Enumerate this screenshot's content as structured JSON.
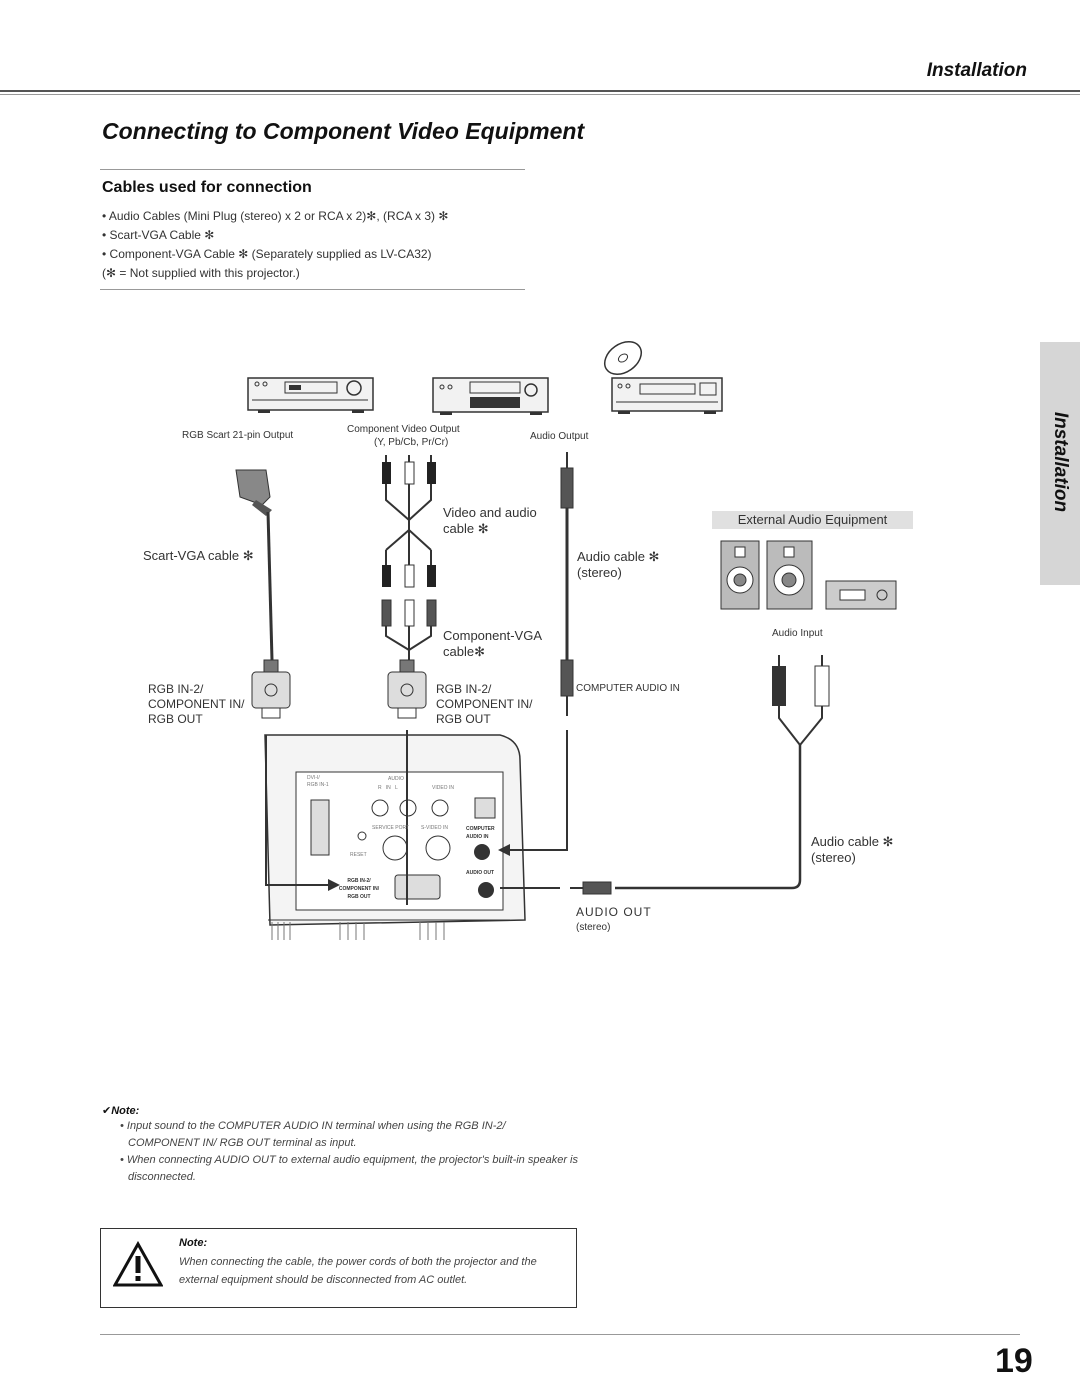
{
  "header": {
    "section": "Installation"
  },
  "title": "Connecting to Component Video Equipment",
  "cables": {
    "heading": "Cables used for connection",
    "items": [
      "• Audio Cables (Mini Plug (stereo) x 2 or RCA x 2)✻, (RCA x 3) ✻",
      "• Scart-VGA Cable ✻",
      "• Component-VGA Cable ✻ (Separately supplied as LV-CA32)",
      "(✻ = Not supplied with this projector.)"
    ]
  },
  "side_tab": "Installation",
  "diagram": {
    "rgb_scart_output": "RGB Scart 21-pin Output",
    "component_output_1": "Component Video Output",
    "component_output_2": "(Y, Pb/Cb, Pr/Cr)",
    "audio_output": "Audio Output",
    "video_audio_cable_1": "Video and audio",
    "video_audio_cable_2": "cable ✻",
    "external_audio": "External Audio Equipment",
    "scart_vga_cable": "Scart-VGA cable ✻",
    "audio_cable_1": "Audio cable ✻",
    "audio_cable_2": "(stereo)",
    "component_vga_1": "Component-VGA",
    "component_vga_2": "cable✻",
    "audio_input": "Audio Input",
    "rgb_in_left": [
      "RGB IN-2/",
      "COMPONENT IN/",
      "RGB OUT"
    ],
    "rgb_in_mid": [
      "RGB IN-2/",
      "COMPONENT IN/",
      "RGB OUT"
    ],
    "computer_audio_in": "COMPUTER AUDIO IN",
    "audio_cable_right_1": "Audio cable ✻",
    "audio_cable_right_2": "(stereo)",
    "audio_out": "AUDIO OUT",
    "audio_out_stereo": "(stereo)",
    "panel": {
      "dvi": "DVI-I/",
      "rgb_in_1": "RGB IN-1",
      "audio": "AUDIO",
      "r": "R",
      "in": "IN",
      "l": "L",
      "video_in": "VIDEO IN",
      "service_port": "SERVICE PORT",
      "s_video_in": "S-VIDEO IN",
      "computer": "COMPUTER",
      "audio_in": "AUDIO IN",
      "reset": "RESET",
      "audio_out": "AUDIO OUT",
      "rgb_in_2": "RGB IN-2/",
      "component_in": "COMPONENT IN/",
      "rgb_out": "RGB OUT"
    }
  },
  "note_small": {
    "title": "✔Note:",
    "items": [
      "• Input sound to the COMPUTER AUDIO IN terminal when using the RGB IN-2/ COMPONENT IN/ RGB OUT terminal as input.",
      "• When connecting AUDIO OUT to external audio equipment, the projector's built-in speaker is disconnected."
    ]
  },
  "warning": {
    "title": "Note:",
    "text": "When connecting the cable, the power cords of both the projector and the external equipment should be disconnected from AC outlet."
  },
  "page_number": "19"
}
